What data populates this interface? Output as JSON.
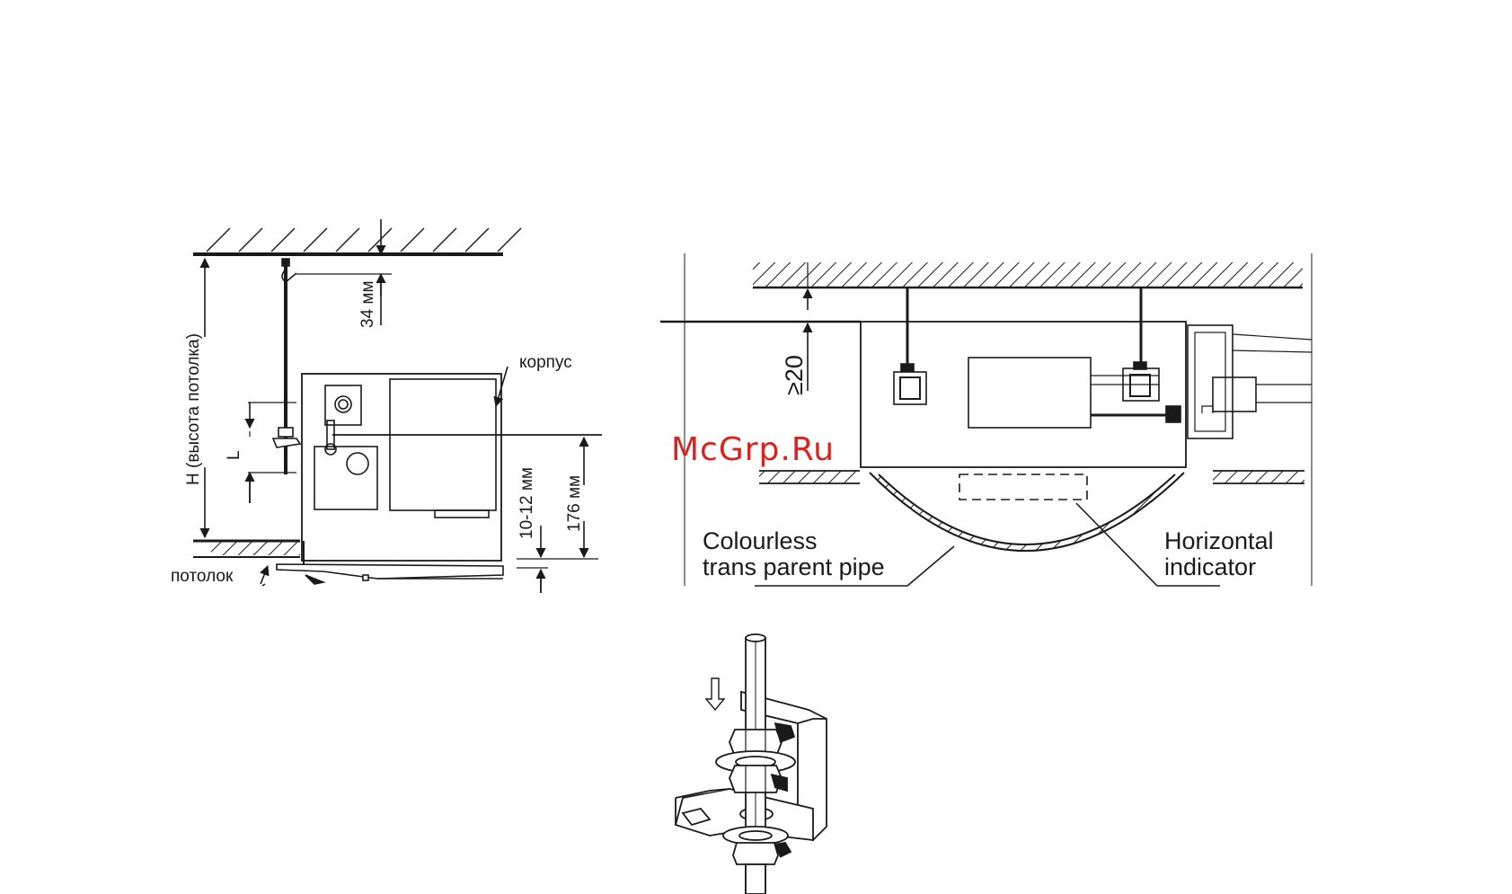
{
  "diagram_left": {
    "label_housing": "корпус",
    "label_ceiling": "потолок",
    "label_height": "H (высота потолка)",
    "dim_34": "34 мм",
    "dim_l": "L",
    "dim_10_12": "10-12 мм",
    "dim_176": "176 мм"
  },
  "diagram_right": {
    "dim_min": "≥20",
    "label_pipe_line1": "Colourless",
    "label_pipe_line2": "trans parent pipe",
    "label_indicator_line1": "Horizontal",
    "label_indicator_line2": "indicator"
  },
  "watermark": "McGrp.Ru",
  "icons": {
    "arrow_down": "down-arrow-icon"
  }
}
